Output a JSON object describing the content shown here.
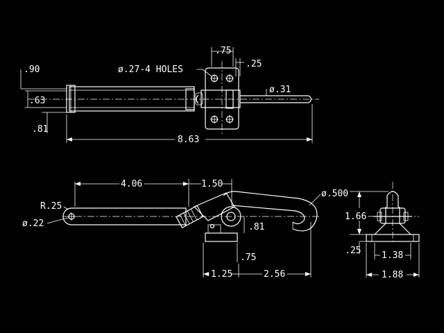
{
  "background_color": "#000000",
  "line_color": "#ffffff",
  "top_view": {
    "dim_090": ".90",
    "dim_063": ".63",
    "dim_081": ".81",
    "dim_075": ".75",
    "dim_025": ".25",
    "holes_note": "ø.27-4 HOLES",
    "dim_pin_dia": "ø.31",
    "dim_overall": "8.63"
  },
  "side_view": {
    "dim_406": "4.06",
    "dim_150": "1.50",
    "dim_hook_dia": "ø.500",
    "dim_radius": "R.25",
    "dim_pivot_dia": "ø.22",
    "dim_081": ".81",
    "dim_075": ".75",
    "dim_125": "1.25",
    "dim_256": "2.56"
  },
  "end_view": {
    "dim_166": "1.66",
    "dim_025": ".25",
    "dim_138": "1.38",
    "dim_188": "1.88"
  }
}
